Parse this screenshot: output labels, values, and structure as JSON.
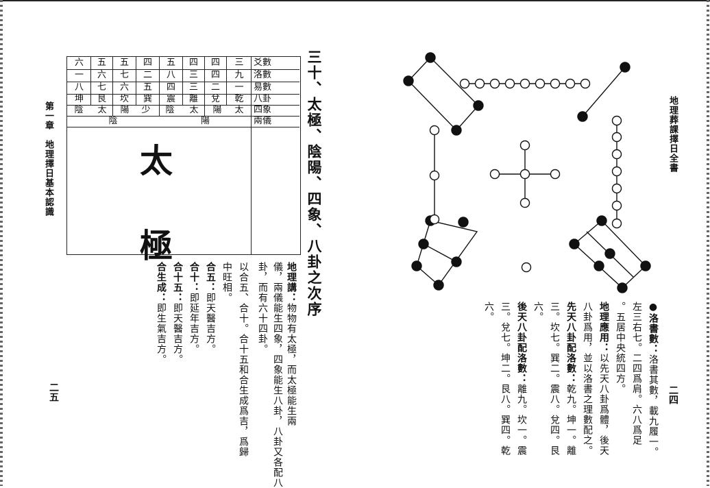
{
  "left_page": {
    "header": "第一章　地理擇日基本認識",
    "page_number": "二五",
    "section_title": "三十、太極、陰陽、四象、八卦之次序",
    "table": {
      "row_labels": [
        "爻數",
        "洛數",
        "易數",
        "八卦",
        "四象",
        "兩儀"
      ],
      "columns": [
        {
          "yao": "三",
          "luo": "九",
          "yi": "一",
          "gua": "乾"
        },
        {
          "yao": "四",
          "luo": "四",
          "yi": "二",
          "gua": "兌"
        },
        {
          "yao": "四",
          "luo": "三",
          "yi": "三",
          "gua": "離"
        },
        {
          "yao": "五",
          "luo": "八",
          "yi": "四",
          "gua": "震"
        },
        {
          "yao": "四",
          "luo": "二",
          "yi": "五",
          "gua": "巽"
        },
        {
          "yao": "五",
          "luo": "七",
          "yi": "六",
          "gua": "坎"
        },
        {
          "yao": "五",
          "luo": "六",
          "yi": "七",
          "gua": "艮"
        },
        {
          "yao": "六",
          "luo": "一",
          "yi": "八",
          "gua": "坤"
        }
      ],
      "sixiang": [
        "太",
        "陽",
        "太",
        "陰",
        "少",
        "陽",
        "太",
        "陰"
      ],
      "liangyi": [
        "陽",
        "陰"
      ],
      "taiji_top": "太",
      "taiji_bottom": "極"
    },
    "body": [
      {
        "label": "地理講：",
        "text": "物物有太極，而太極能生兩"
      },
      {
        "label": "",
        "text": "儀，兩儀能生四象，四象能生八卦，八卦又各配八"
      },
      {
        "label": "",
        "text": "卦，而有六十四卦。"
      },
      {
        "label": "",
        "text": "以合五、合十。合十五和合生成爲吉，爲歸"
      },
      {
        "label": "",
        "text": "中旺相。"
      },
      {
        "label": "合五：",
        "text": "即天醫吉方。"
      },
      {
        "label": "合十：",
        "text": "即延年吉方。"
      },
      {
        "label": "合十五：",
        "text": "即天醫吉方。"
      },
      {
        "label": "合生成：",
        "text": "即生氣吉方。"
      }
    ]
  },
  "right_page": {
    "header": "地理葬課擇日全書",
    "page_number": "二四",
    "body": [
      {
        "label": "●洛書數：",
        "text": "洛書其數，載九履一。"
      },
      {
        "label": "",
        "text": "左三右七。二四爲肩。六八爲足"
      },
      {
        "label": "",
        "text": "。五居中央統四方。"
      },
      {
        "label": "地理應用：",
        "text": "以先天八卦爲體，後天"
      },
      {
        "label": "",
        "text": "八卦爲用，並以洛書之理數配之。"
      },
      {
        "label": "先天八卦配洛數：",
        "text": "乾九。坤一。離"
      },
      {
        "label": "",
        "text": "三。坎七。巽二。震八。兌四。艮"
      },
      {
        "label": "",
        "text": "六。"
      },
      {
        "label": "後天八卦配洛數：",
        "text": "離九。坎一。震"
      },
      {
        "label": "",
        "text": "三。兌七。坤二。艮八。巽四。乾"
      },
      {
        "label": "",
        "text": "六。"
      }
    ]
  }
}
